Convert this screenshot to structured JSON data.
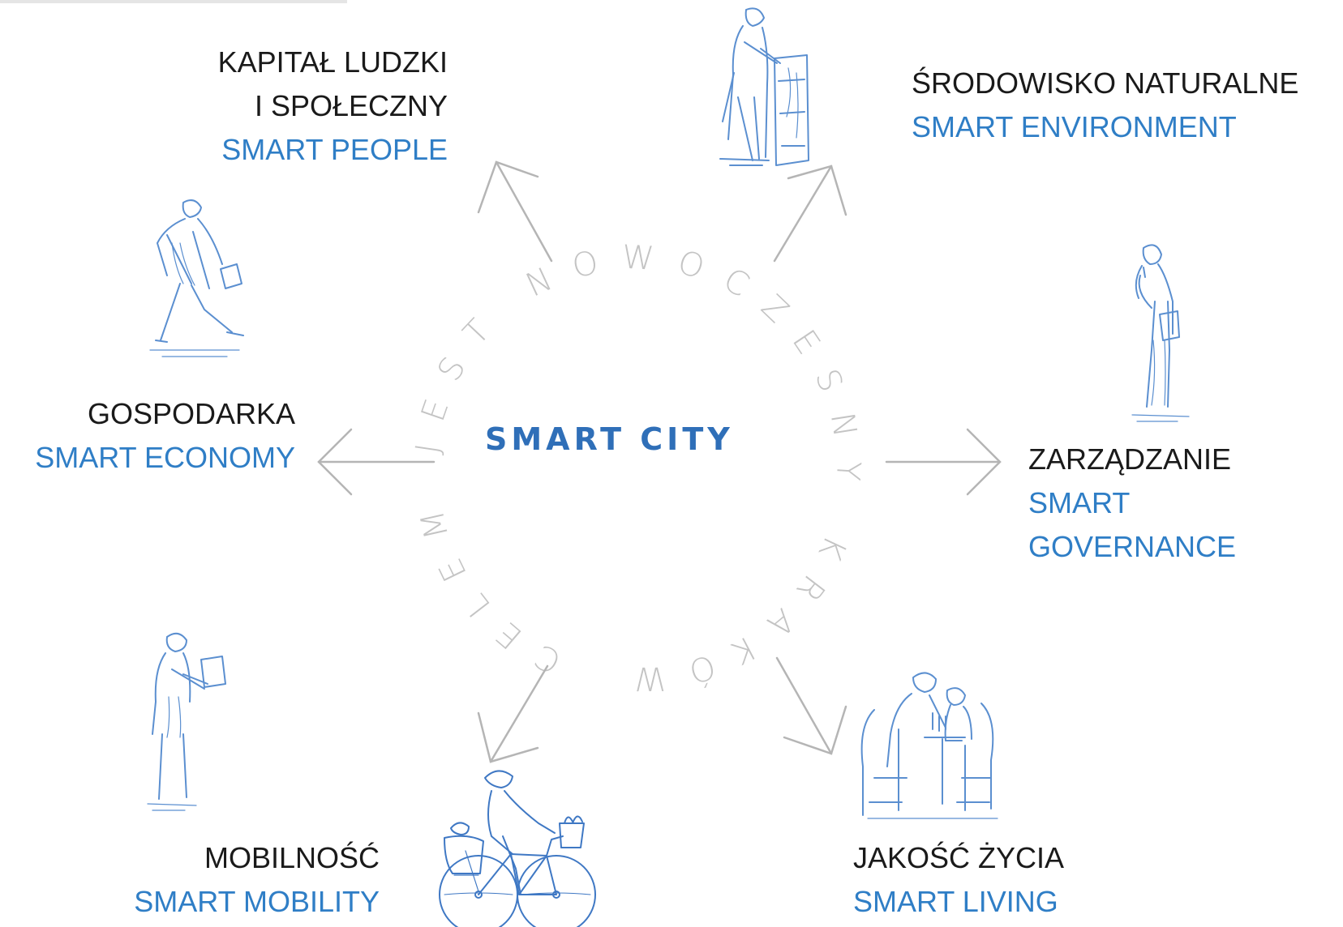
{
  "center": {
    "title": "SMART  CITY",
    "ring_text": "CELEM JEST NOWOCZESNY KRAKÓW!"
  },
  "nodes": {
    "people": {
      "line1": "KAPITAŁ LUDZKI",
      "line2": "I SPOŁECZNY",
      "en": "SMART PEOPLE",
      "icon": "person-pushing-bin-icon"
    },
    "environment": {
      "line1": "ŚRODOWISKO NATURALNE",
      "en": "SMART ENVIRONMENT",
      "icon": "person-recycling-icon"
    },
    "economy": {
      "line1": "GOSPODARKA",
      "en": "SMART ECONOMY",
      "icon": "walking-businessman-icon"
    },
    "governance": {
      "line1": "ZARZĄDZANIE",
      "en1": "SMART",
      "en2": "GOVERNANCE",
      "icon": "man-on-phone-icon"
    },
    "mobility": {
      "line1": "MOBILNOŚĆ",
      "en": "SMART MOBILITY",
      "icon": "man-reading-tablet-icon"
    },
    "living": {
      "line1": "JAKOŚĆ ŻYCIA",
      "en": "SMART LIVING",
      "icon": "cafe-couple-icon"
    },
    "bicycle": {
      "icon": "bicycle-with-child-icon"
    }
  },
  "colors": {
    "accent_blue": "#2f7ec6",
    "title_blue": "#2f6fb8",
    "sketch_blue": "#5b8fd0",
    "arrow_gray": "#b5b5b5",
    "ring_gray": "#c4c4c4",
    "text_dark": "#1a1a1a"
  }
}
